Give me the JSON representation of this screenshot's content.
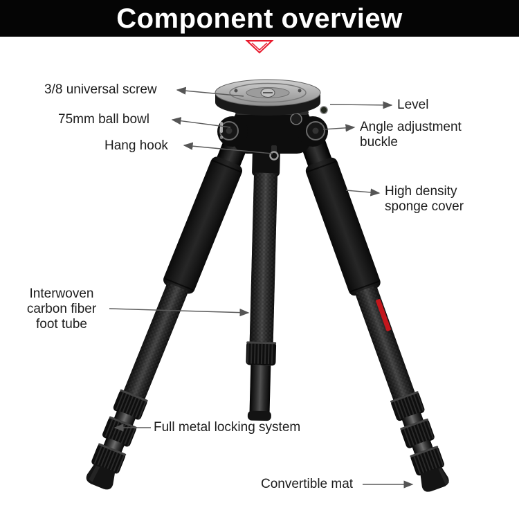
{
  "header": {
    "title": "Component overview"
  },
  "callouts": {
    "universal_screw": {
      "lines": [
        "3/8 universal screw"
      ]
    },
    "level": {
      "lines": [
        "Level"
      ]
    },
    "ball_bowl": {
      "lines": [
        "75mm ball bowl"
      ]
    },
    "angle_buckle": {
      "lines": [
        "Angle adjustment",
        "buckle"
      ]
    },
    "hang_hook": {
      "lines": [
        "Hang hook"
      ]
    },
    "sponge_cover": {
      "lines": [
        "High density",
        "sponge cover"
      ]
    },
    "foot_tube": {
      "lines": [
        "Interwoven",
        "carbon fiber",
        "foot tube"
      ]
    },
    "locking_system": {
      "lines": [
        "Full metal locking system"
      ]
    },
    "convertible_mat": {
      "lines": [
        "Convertible mat"
      ]
    }
  },
  "colors": {
    "banner_bg": "#050505",
    "banner_text": "#ffffff",
    "accent_red": "#e8192c",
    "brand_strip_red": "#c4161c",
    "label_text": "#1c1c1c",
    "arrow": "#5a5a5a",
    "background": "#ffffff"
  },
  "icons": {
    "logo_triangle": "red-outlined-down-triangle",
    "hang_hook": "hook-ring-under-hub"
  }
}
